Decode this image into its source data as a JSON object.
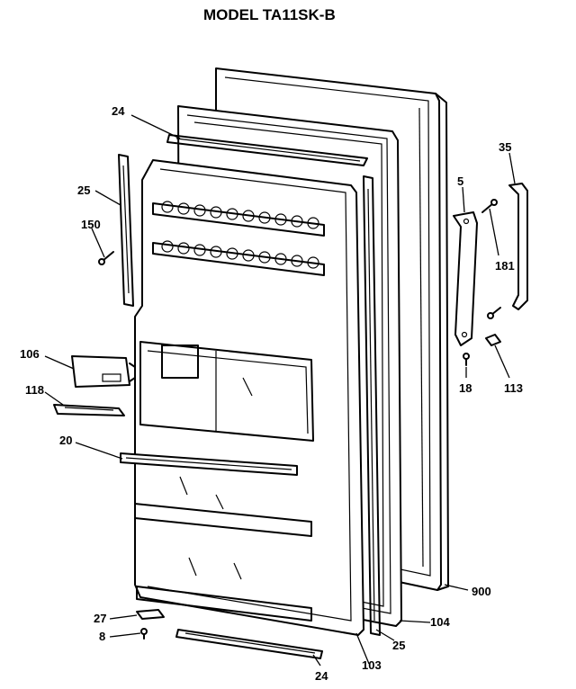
{
  "title": "MODEL TA11SK-B",
  "callouts": [
    {
      "id": "c24a",
      "label": "24"
    },
    {
      "id": "c25a",
      "label": "25"
    },
    {
      "id": "c150",
      "label": "150"
    },
    {
      "id": "c106",
      "label": "106"
    },
    {
      "id": "c118",
      "label": "118"
    },
    {
      "id": "c20",
      "label": "20"
    },
    {
      "id": "c27",
      "label": "27"
    },
    {
      "id": "c8",
      "label": "8"
    },
    {
      "id": "c24b",
      "label": "24"
    },
    {
      "id": "c103",
      "label": "103"
    },
    {
      "id": "c25b",
      "label": "25"
    },
    {
      "id": "c104",
      "label": "104"
    },
    {
      "id": "c900",
      "label": "900"
    },
    {
      "id": "c5",
      "label": "5"
    },
    {
      "id": "c181",
      "label": "181"
    },
    {
      "id": "c35",
      "label": "35"
    },
    {
      "id": "c18",
      "label": "18"
    },
    {
      "id": "c113",
      "label": "113"
    }
  ]
}
